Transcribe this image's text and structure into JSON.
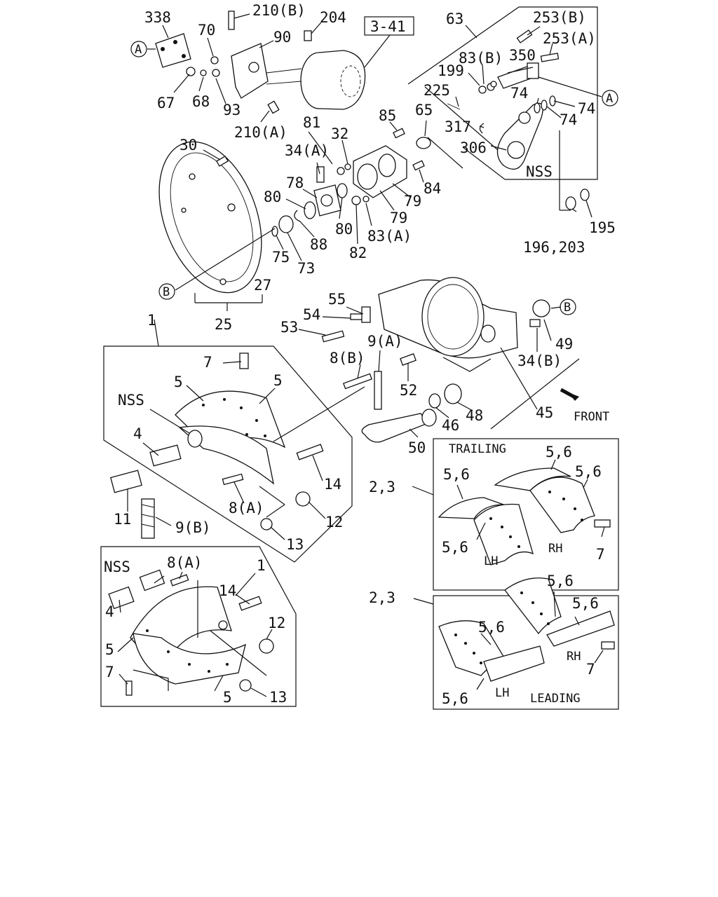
{
  "page": {
    "background": "#ffffff",
    "line_color": "#111111"
  },
  "ref_box": "3-41",
  "front_label": "FRONT",
  "callouts": {
    "a": "A",
    "b": "B"
  },
  "labels": {
    "p338": "338",
    "p210b": "210(B)",
    "p204": "204",
    "p70": "70",
    "p90": "90",
    "p67": "67",
    "p68": "68",
    "p93": "93",
    "p210a": "210(A)",
    "p63": "63",
    "p253b": "253(B)",
    "p253a": "253(A)",
    "p83b": "83(B)",
    "p350": "350",
    "p199": "199",
    "p225": "225",
    "p74a": "74",
    "p74b": "74",
    "p74c": "74",
    "p317": "317",
    "p306": "306",
    "p_nss_top": "NSS",
    "p195": "195",
    "p196": "196,203",
    "p30": "30",
    "p81": "81",
    "p85": "85",
    "p65": "65",
    "p32": "32",
    "p34a": "34(A)",
    "p78": "78",
    "p80a": "80",
    "p80b": "80",
    "p84": "84",
    "p79a": "79",
    "p79b": "79",
    "p88": "88",
    "p75": "75",
    "p73": "73",
    "p82": "82",
    "p83a": "83(A)",
    "p27": "27",
    "p25": "25",
    "p55": "55",
    "p54": "54",
    "p53": "53",
    "p9a": "9(A)",
    "p8b": "8(B)",
    "p52": "52",
    "p49": "49",
    "p34b": "34(B)",
    "p45": "45",
    "p46": "46",
    "p48": "48",
    "p50": "50",
    "p1a": "1",
    "p7a": "7",
    "p5a": "5",
    "p5b": "5",
    "p_nss_mid": "NSS",
    "p4a": "4",
    "p14a": "14",
    "p8a_mid": "8(A)",
    "p12a": "12",
    "p13a": "13",
    "p11": "11",
    "p9b": "9(B)",
    "p1b": "1",
    "p_nss_low": "NSS",
    "p8a_low": "8(A)",
    "p14b": "14",
    "p12b": "12",
    "p4b": "4",
    "p5c": "5",
    "p7b": "7",
    "p5d": "5",
    "p13b": "13",
    "p23a": "2,3",
    "p23b": "2,3",
    "trailing": "TRAILING",
    "leading": "LEADING",
    "t56a": "5,6",
    "t56b": "5,6",
    "t56c": "5,6",
    "t56d": "5,6",
    "t_lh": "LH",
    "t_rh": "RH",
    "t7": "7",
    "l56a": "5,6",
    "l56b": "5,6",
    "l56c": "5,6",
    "l56d": "5,6",
    "l_lh": "LH",
    "l_rh": "RH",
    "l7": "7"
  }
}
